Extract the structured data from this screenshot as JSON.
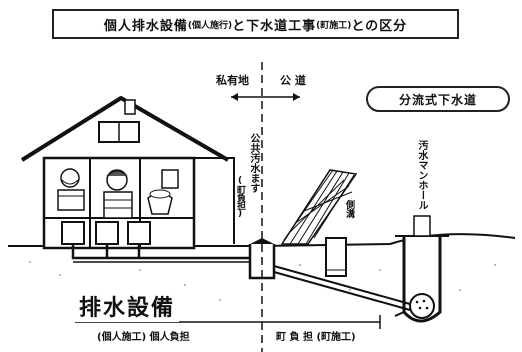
{
  "title": {
    "part1": "個人排水設備",
    "part1_note": "(個人施行)",
    "part2": "と下水道工事",
    "part2_note": "(町施工)",
    "part3": "との区分"
  },
  "boundary": {
    "private_land": "私有地",
    "public_road": "公 道"
  },
  "system_label": "分流式下水道",
  "labels": {
    "public_basin": "公共汚水ます",
    "public_basin_note": "(町負担)",
    "side_ditch": "側溝",
    "sewage_manhole": "汚水マンホール",
    "drainage_equipment": "排水設備",
    "individual_burden": "(個人施工) 個人負担",
    "town_burden": "町 負 担 (町施工)"
  }
}
